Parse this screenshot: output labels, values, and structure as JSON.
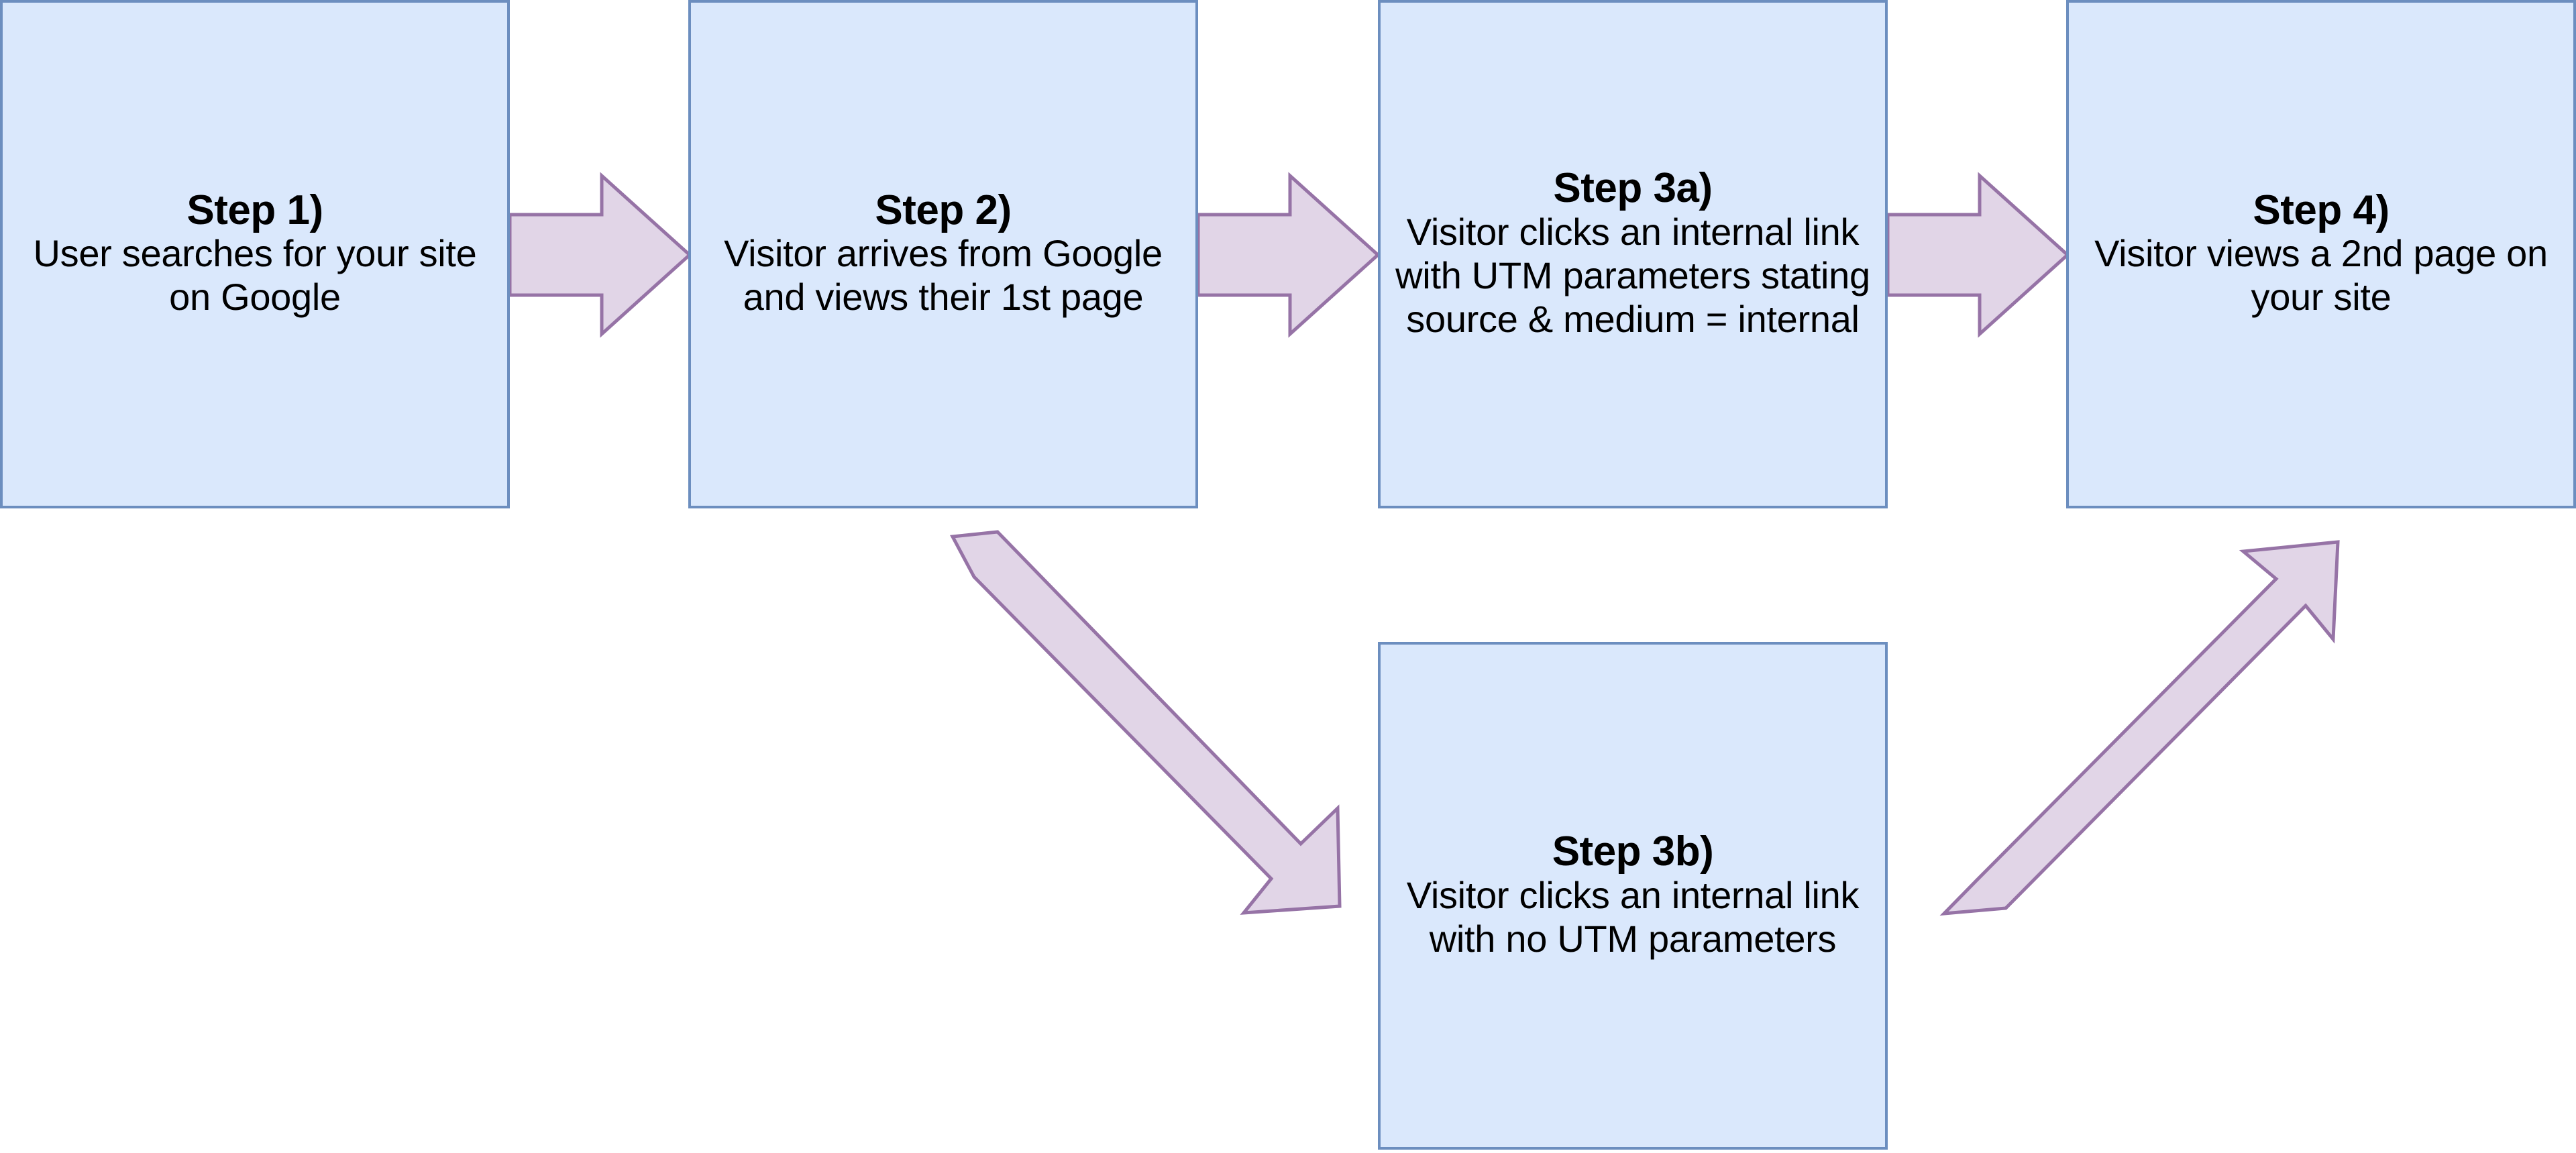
{
  "diagram": {
    "type": "flowchart",
    "title": "UTM internal link attribution flow",
    "theme": {
      "node_fill": "#dae8fc",
      "node_stroke": "#6c8ebf",
      "arrow_fill": "#e1d5e7",
      "arrow_stroke": "#9673a6",
      "background": "#ffffff",
      "text_color": "#000000"
    },
    "nodes": [
      {
        "id": "step1",
        "title": "Step 1)",
        "body": "User searches for your site on Google"
      },
      {
        "id": "step2",
        "title": "Step 2)",
        "body": "Visitor arrives from Google and views their 1st page"
      },
      {
        "id": "step3a",
        "title": "Step 3a)",
        "body": "Visitor clicks an internal link with UTM parameters stating source & medium = internal"
      },
      {
        "id": "step4",
        "title": "Step 4)",
        "body": "Visitor views a 2nd page on your site"
      },
      {
        "id": "step3b",
        "title": "Step 3b)",
        "body": "Visitor clicks an internal link with no UTM parameters"
      }
    ],
    "edges": [
      {
        "id": "e1",
        "from": "step1",
        "to": "step2",
        "style": "block-arrow-right"
      },
      {
        "id": "e2",
        "from": "step2",
        "to": "step3a",
        "style": "block-arrow-right"
      },
      {
        "id": "e3",
        "from": "step3a",
        "to": "step4",
        "style": "block-arrow-right"
      },
      {
        "id": "e4",
        "from": "step2",
        "to": "step3b",
        "style": "block-arrow-diagonal-down-right"
      },
      {
        "id": "e5",
        "from": "step3b",
        "to": "step4",
        "style": "block-arrow-diagonal-up-right"
      }
    ]
  }
}
